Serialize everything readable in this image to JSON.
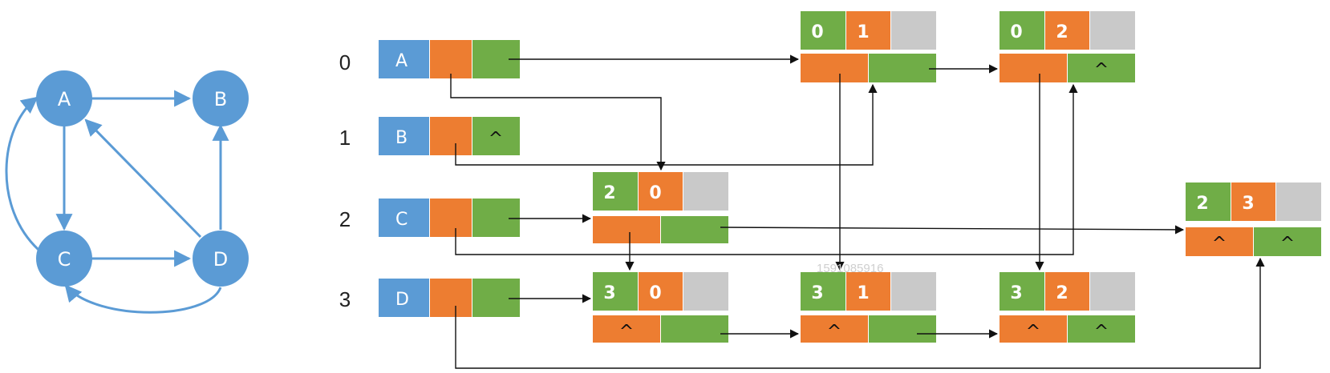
{
  "colors": {
    "node": "#5b9bd5",
    "edge": "#5b9bd5",
    "blue": "#5b9bd5",
    "orange": "#ed7d31",
    "green": "#70ad47",
    "gray": "#c9c9c9",
    "arrow": "#111111"
  },
  "graph": {
    "nodes": [
      "A",
      "B",
      "C",
      "D"
    ],
    "edges": [
      {
        "from": "A",
        "to": "B"
      },
      {
        "from": "A",
        "to": "C"
      },
      {
        "from": "C",
        "to": "D"
      },
      {
        "from": "D",
        "to": "B"
      },
      {
        "from": "D",
        "to": "A"
      },
      {
        "from": "C",
        "to": "A"
      },
      {
        "from": "D",
        "to": "C"
      }
    ]
  },
  "orthogonal_list": {
    "rows": [
      {
        "index": "0",
        "vertex": "A"
      },
      {
        "index": "1",
        "vertex": "B"
      },
      {
        "index": "2",
        "vertex": "C"
      },
      {
        "index": "3",
        "vertex": "D"
      }
    ],
    "arcs": [
      {
        "id": "0-1",
        "tail": "0",
        "head": "1",
        "hlink": "",
        "tlink": ""
      },
      {
        "id": "0-2",
        "tail": "0",
        "head": "2",
        "hlink": "",
        "tlink": "^"
      },
      {
        "id": "2-0",
        "tail": "2",
        "head": "0",
        "hlink": "",
        "tlink": ""
      },
      {
        "id": "2-3",
        "tail": "2",
        "head": "3",
        "hlink": "^",
        "tlink": "^"
      },
      {
        "id": "3-0",
        "tail": "3",
        "head": "0",
        "hlink": "^",
        "tlink": ""
      },
      {
        "id": "3-1",
        "tail": "3",
        "head": "1",
        "hlink": "^",
        "tlink": ""
      },
      {
        "id": "3-2",
        "tail": "3",
        "head": "2",
        "hlink": "^",
        "tlink": "^"
      }
    ],
    "head_firstout": {
      "A": "",
      "B": "^",
      "C": "",
      "D": ""
    }
  },
  "watermark": "1591085916"
}
